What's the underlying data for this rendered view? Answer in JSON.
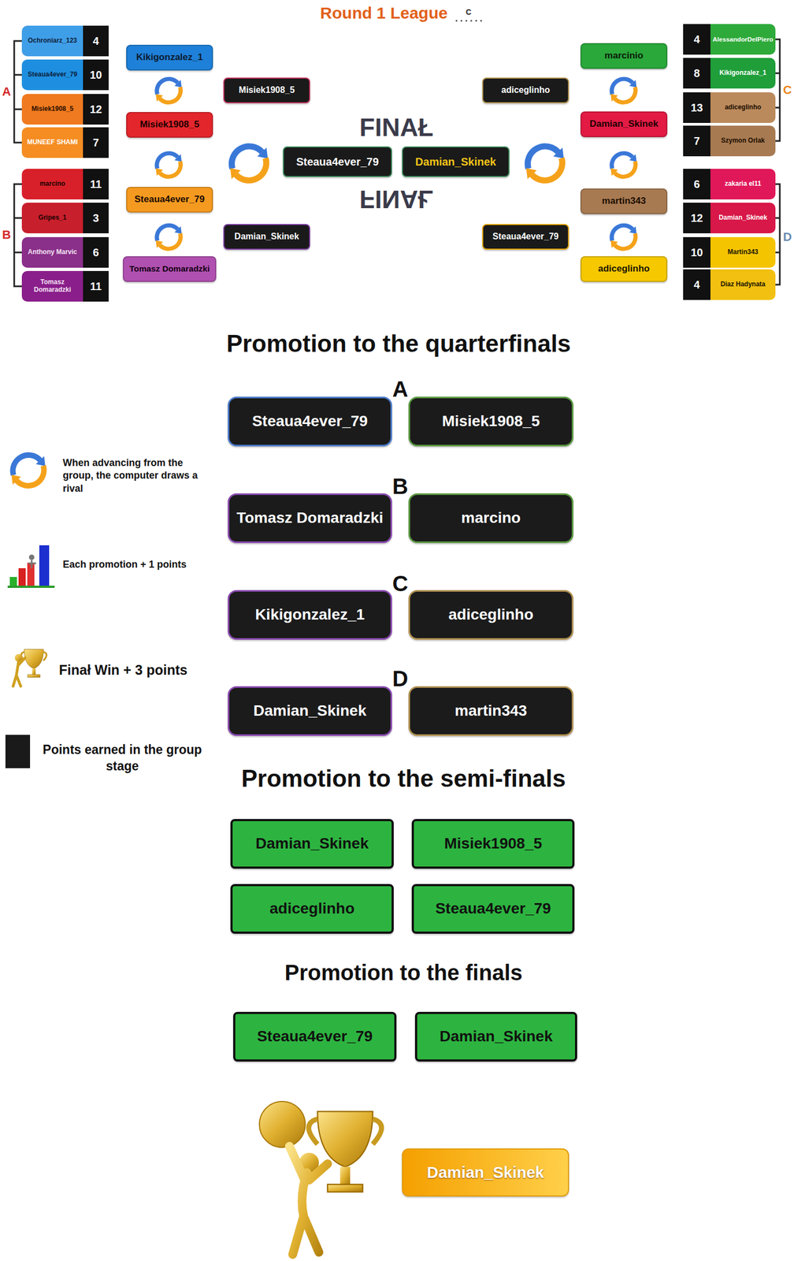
{
  "diagram": {
    "title": "Round 1 League",
    "nodes": [
      {
        "text": [
          "Ochroniarz_123",
          "4"
        ]
      },
      {
        "text": [
          "Steaua4ever_79",
          "10"
        ]
      },
      {
        "text": [
          "Misiek1908_5",
          "12"
        ]
      },
      {
        "text": [
          "MUNEEF SHAMI",
          "7"
        ]
      },
      {
        "text": [
          "marcino",
          "11"
        ]
      },
      {
        "text": [
          "Gripes_1",
          "3"
        ]
      },
      {
        "text": [
          "Anthony Marvic",
          "6"
        ]
      },
      {
        "text": [
          "Tomasz Domaradzki",
          "11"
        ]
      },
      {
        "text": [
          "Kikigonzalez_1"
        ]
      },
      {
        "text": [
          "Misiek1908_5"
        ]
      },
      {
        "text": [
          "Steaua4ever_79"
        ]
      },
      {
        "text": [
          "Tomasz Domaradzki"
        ]
      },
      {
        "text": [
          "Misiek1908_5"
        ]
      },
      {
        "text": [
          "Damian_Skinek"
        ]
      },
      {
        "text": [
          "Steaua4ever_79"
        ]
      },
      {
        "text": [
          "Damian_Skinek"
        ]
      },
      {
        "text": [
          "adiceglinho"
        ]
      },
      {
        "text": [
          "Steaua4ever_79"
        ]
      },
      {
        "text": [
          "marcinio"
        ]
      },
      {
        "text": [
          "Damian_Skinek"
        ]
      },
      {
        "text": [
          "martin343"
        ]
      },
      {
        "text": [
          "adiceglinho"
        ]
      },
      {
        "text": [
          "AlessandorDelPiero",
          "4"
        ]
      },
      {
        "text": [
          "Kikigonzalez_1",
          "8"
        ]
      },
      {
        "text": [
          "adiceglinho",
          "13"
        ]
      },
      {
        "text": [
          "Szymon Orlak",
          "7"
        ]
      },
      {
        "text": [
          "zakaria el11",
          "6"
        ]
      },
      {
        "text": [
          "Damian_Skinek",
          "12"
        ]
      },
      {
        "text": [
          "Martin343",
          "10"
        ]
      },
      {
        "text": [
          "Diaz Hadynata",
          "4"
        ]
      },
      {
        "text": [
          "Steaua4ever_79"
        ]
      },
      {
        "text": [
          "Misiek1908_5"
        ]
      },
      {
        "text": [
          "Tomasz Domaradzki"
        ]
      },
      {
        "text": [
          "marcino"
        ]
      },
      {
        "text": [
          "Kikigonzalez_1"
        ]
      },
      {
        "text": [
          "adiceglinho"
        ]
      },
      {
        "text": [
          "Damian_Skinek"
        ]
      },
      {
        "text": [
          "martin343"
        ]
      },
      {
        "text": [
          "Damian_Skinek"
        ]
      },
      {
        "text": [
          "Misiek1908_5"
        ]
      },
      {
        "text": [
          "adiceglinho"
        ]
      },
      {
        "text": [
          "Steaua4ever_79"
        ]
      },
      {
        "text": [
          "Steaua4ever_79"
        ]
      },
      {
        "text": [
          "Damian_Skinek"
        ]
      },
      {
        "text": [
          "Damian_Skinek"
        ]
      }
    ],
    "labels": [
      "C",
      "A",
      "B",
      "C",
      "D",
      "FINAŁ",
      "FINAŁ",
      "Promotion to the quarterfinals",
      "A",
      "B",
      "C",
      "D",
      "Promotion to the semi-finals",
      "Promotion to the finals"
    ],
    "legend": [
      {
        "text": "When advancing from the group, the computer draws a rival"
      },
      {
        "text": "Each promotion + 1 points"
      },
      {
        "text": "Finał Win + 3 points"
      },
      {
        "text": "Points earned in the group stage",
        "color": "#1a1a1a"
      }
    ]
  }
}
